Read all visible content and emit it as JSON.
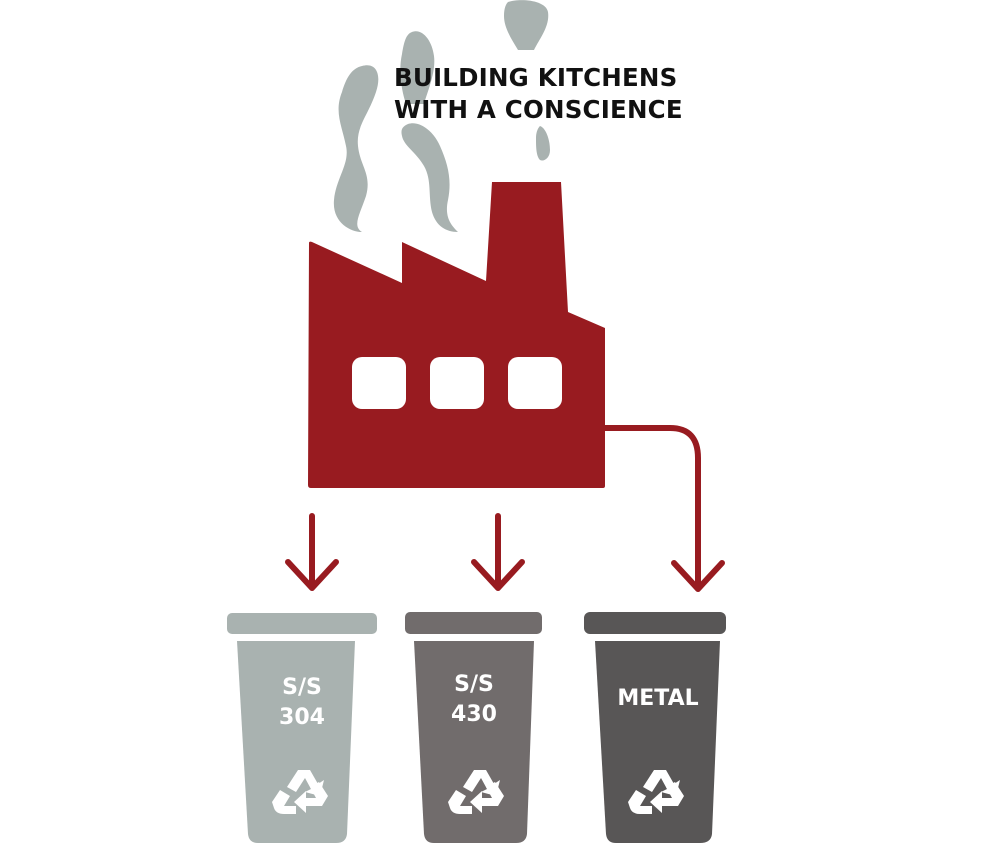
{
  "headline": {
    "line1": "BUILDING KITCHENS",
    "line2": "WITH A CONSCIENCE"
  },
  "colors": {
    "factory": "#981B20",
    "smoke": "#A9B2B0",
    "arrow": "#981B20",
    "bin_light": "#A9B2B0",
    "bin_mid": "#716C6C",
    "bin_dark": "#585656",
    "text_dark": "#111111",
    "text_light": "#FFFFFF"
  },
  "factory": {
    "icon": "factory-icon",
    "windows": 3,
    "smoke_plumes": 3
  },
  "bins": [
    {
      "line1": "S/S",
      "line2": "304",
      "icon": "recycle-icon"
    },
    {
      "line1": "S/S",
      "line2": "430",
      "icon": "recycle-icon"
    },
    {
      "line1": "METAL",
      "line2": "",
      "icon": "recycle-icon"
    }
  ]
}
